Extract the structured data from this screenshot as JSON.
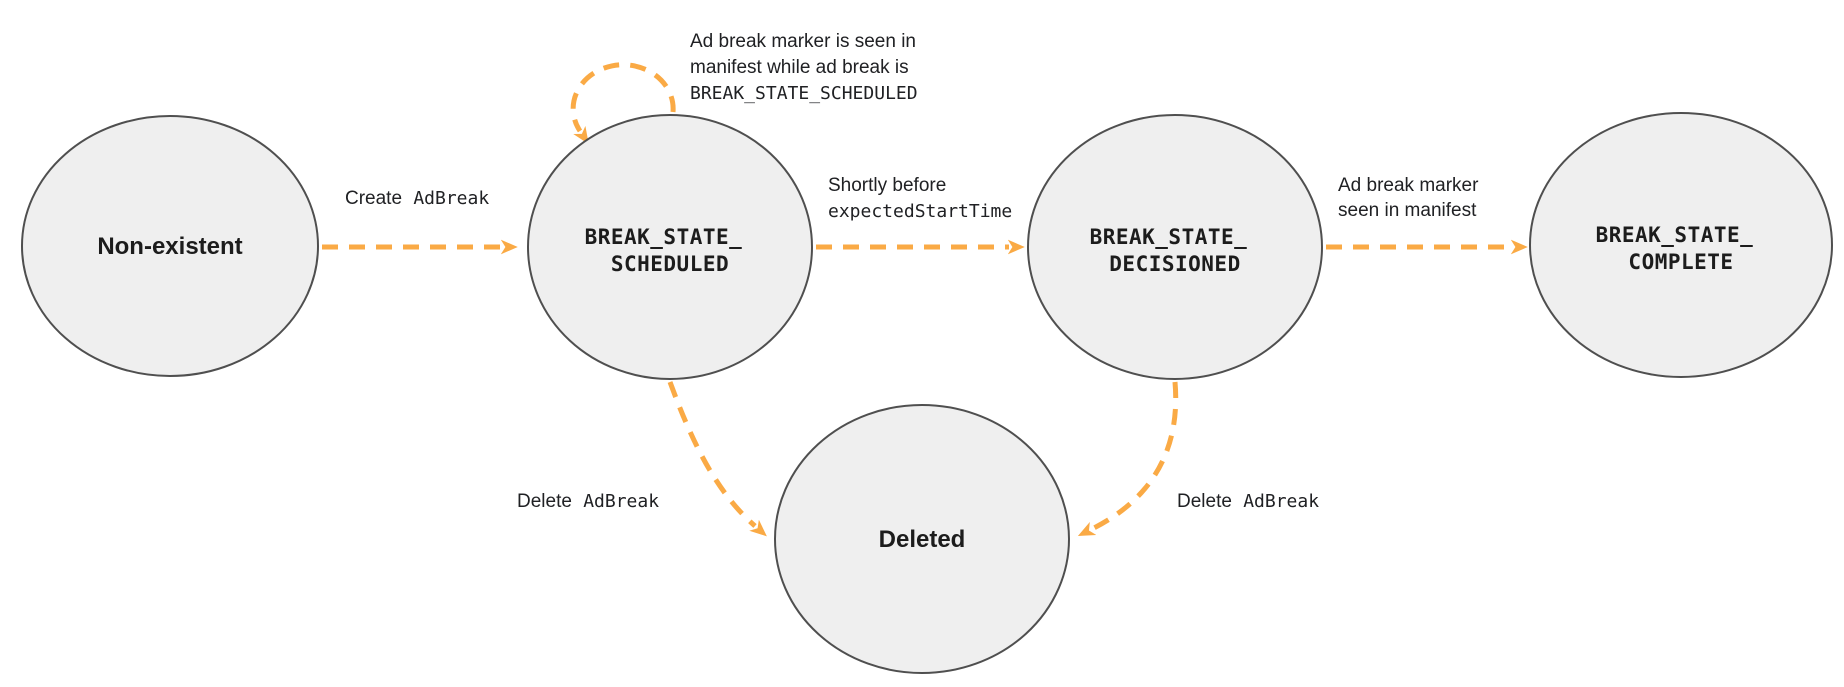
{
  "colors": {
    "arrow": "#FAAA45",
    "node_fill": "#EFEFEF",
    "node_stroke": "#4F4F4F",
    "text": "#1C1C1C"
  },
  "states": {
    "nonexistent": {
      "label": "Non-existent"
    },
    "scheduled": {
      "line1": "BREAK_STATE_",
      "line2": "SCHEDULED"
    },
    "decisioned": {
      "line1": "BREAK_STATE_",
      "line2": "DECISIONED"
    },
    "complete": {
      "line1": "BREAK_STATE_",
      "line2": "COMPLETE"
    },
    "deleted": {
      "label": "Deleted"
    }
  },
  "transitions": {
    "create": {
      "plain": "Create",
      "code": "AdBreak"
    },
    "self_loop": {
      "line1": "Ad break marker is seen in",
      "line2": "manifest while ad break is",
      "line3": "BREAK_STATE_SCHEDULED"
    },
    "to_decisioned": {
      "line1": "Shortly before",
      "line2": "expectedStartTime"
    },
    "to_complete": {
      "line1": "Ad break marker",
      "line2": "seen in manifest"
    },
    "delete_from_scheduled": {
      "plain": "Delete",
      "code": "AdBreak"
    },
    "delete_from_decisioned": {
      "plain": "Delete",
      "code": "AdBreak"
    }
  }
}
